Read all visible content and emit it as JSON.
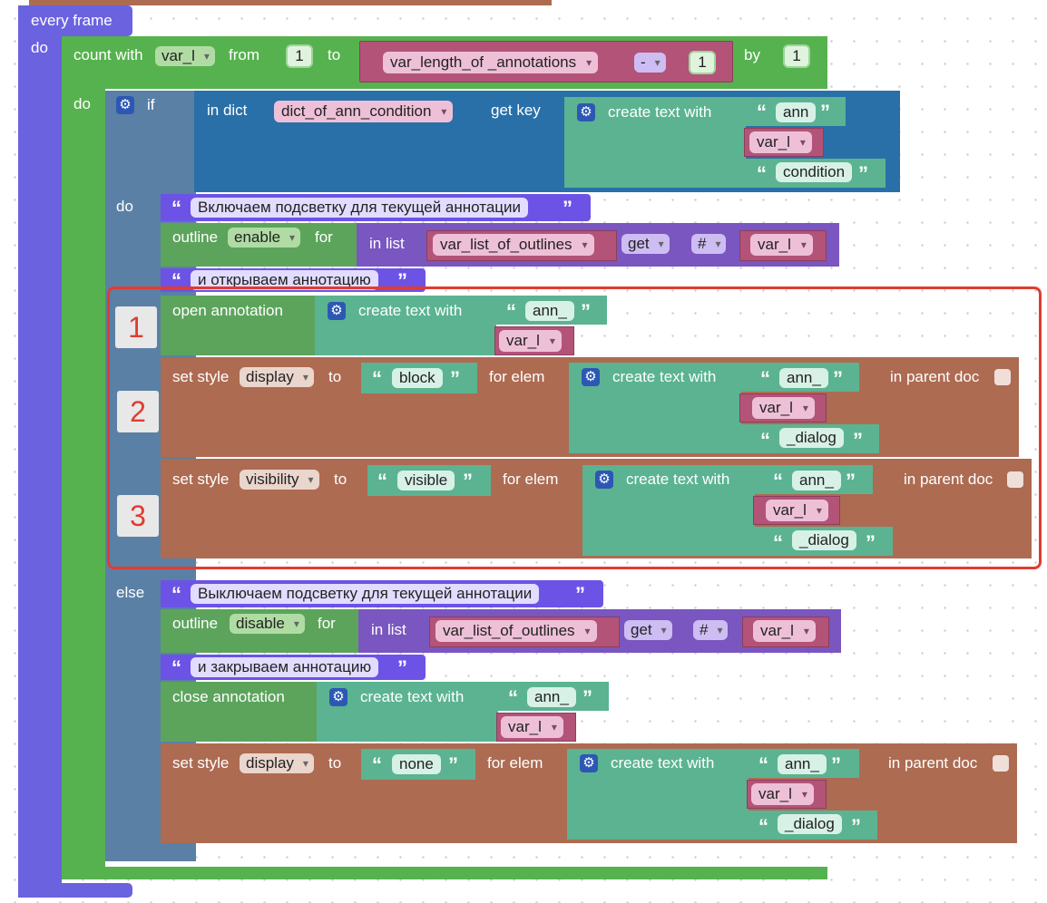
{
  "event": {
    "label": "every frame",
    "do": "do"
  },
  "loop": {
    "label": "count with",
    "var": "var_l",
    "from": "from",
    "from_val": "1",
    "to": "to",
    "to_var": "var_length_of _annotations",
    "op": "-",
    "op_val": "1",
    "by": "by",
    "by_val": "1",
    "do": "do"
  },
  "if_block": {
    "if": "if",
    "in_dict": "in dict",
    "dict": "dict_of_ann_condition",
    "get_key": "get key",
    "create_text": "create text with",
    "s1": "ann",
    "var": "var_l",
    "s2": "condition",
    "do": "do",
    "else": "else"
  },
  "then": {
    "comment1": "Включаем подсветку для текущей аннотации",
    "outline": "outline",
    "outline_val": "enable",
    "for": "for",
    "in_list": "in list",
    "list_var": "var_list_of_outlines",
    "get": "get",
    "hash": "#",
    "idx_var": "var_l",
    "comment2": "и открываем аннотацию",
    "open": "open annotation",
    "create_text": "create text with",
    "ann": "ann_",
    "var": "var_l",
    "set_style": "set style",
    "display": "display",
    "to": "to",
    "block": "block",
    "for_elem": "for elem",
    "dialog": "_dialog",
    "in_parent": "in parent doc",
    "visibility": "visibility",
    "visible": "visible"
  },
  "else_branch": {
    "comment1": "Выключаем подсветку для текущей аннотации",
    "outline": "outline",
    "outline_val": "disable",
    "for": "for",
    "in_list": "in list",
    "list_var": "var_list_of_outlines",
    "get": "get",
    "hash": "#",
    "idx_var": "var_l",
    "comment2": "и закрываем аннотацию",
    "close": "close annotation",
    "create_text": "create text with",
    "ann": "ann_",
    "var": "var_l",
    "set_style": "set style",
    "display": "display",
    "to": "to",
    "none": "none",
    "for_elem": "for elem",
    "dialog": "_dialog",
    "in_parent": "in parent doc"
  },
  "markers": [
    "1",
    "2",
    "3"
  ],
  "colors": {
    "highlight": "#e03c31",
    "event": "#6b62e0",
    "loop": "#56b24e",
    "logic": "#5b80a5",
    "text": "#5bb392",
    "style": "#ad6b52",
    "variable": "#b35378"
  }
}
